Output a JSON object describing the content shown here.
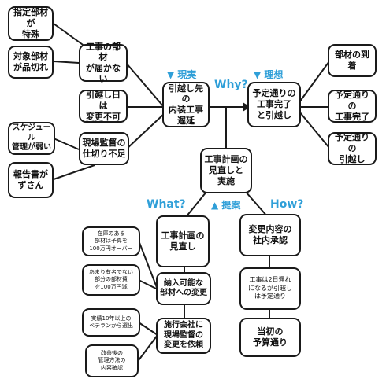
{
  "labels": {
    "reality": "▼ 現実",
    "ideal": "▼ 理想",
    "proposal": "▲ 提案",
    "why": "Why?",
    "what": "What?",
    "how": "How?"
  },
  "nodes": {
    "main_problem": "引越し先の\n内装工事\n遅延",
    "ideal_state": "予定通りの\n工事完了\nと引越し",
    "cause_parts": "工事の部材\nが届かない",
    "cause_special": "指定部材が\n特殊",
    "cause_stock": "対象部材\nが品切れ",
    "cause_date": "引越し日は\n変更不可",
    "cause_site": "現場監督の\n仕切り不足",
    "cause_schedule": "スケジュール\n管理が弱い",
    "cause_report": "報告書が\nずさん",
    "ideal_parts": "部材の到着",
    "ideal_work": "予定通りの\n工事完了",
    "ideal_move": "予定通りの\n引越し",
    "proposal_main": "工事計画の\n見直しと\n実施",
    "what_review": "工事計画の\n見直し",
    "what_parts": "納入可能な\n部材への変更",
    "what_site": "施行会社に\n現場監督の\n変更を依頼",
    "what_stock": "在庫のある\n部材は予算を\n100万円オーバー",
    "what_cheap": "あまり有名でない\n部分の部材費\nを100万円減",
    "what_veteran": "実績10年以上の\nベテランから選出",
    "what_manage": "改善後の\n管理方法の\n内容確認",
    "how_approval": "変更内容の\n社内承認",
    "how_delay": "工事は2日遅れ\nになるが引越し\nは予定通り",
    "how_budget": "当初の\n予算通り"
  }
}
